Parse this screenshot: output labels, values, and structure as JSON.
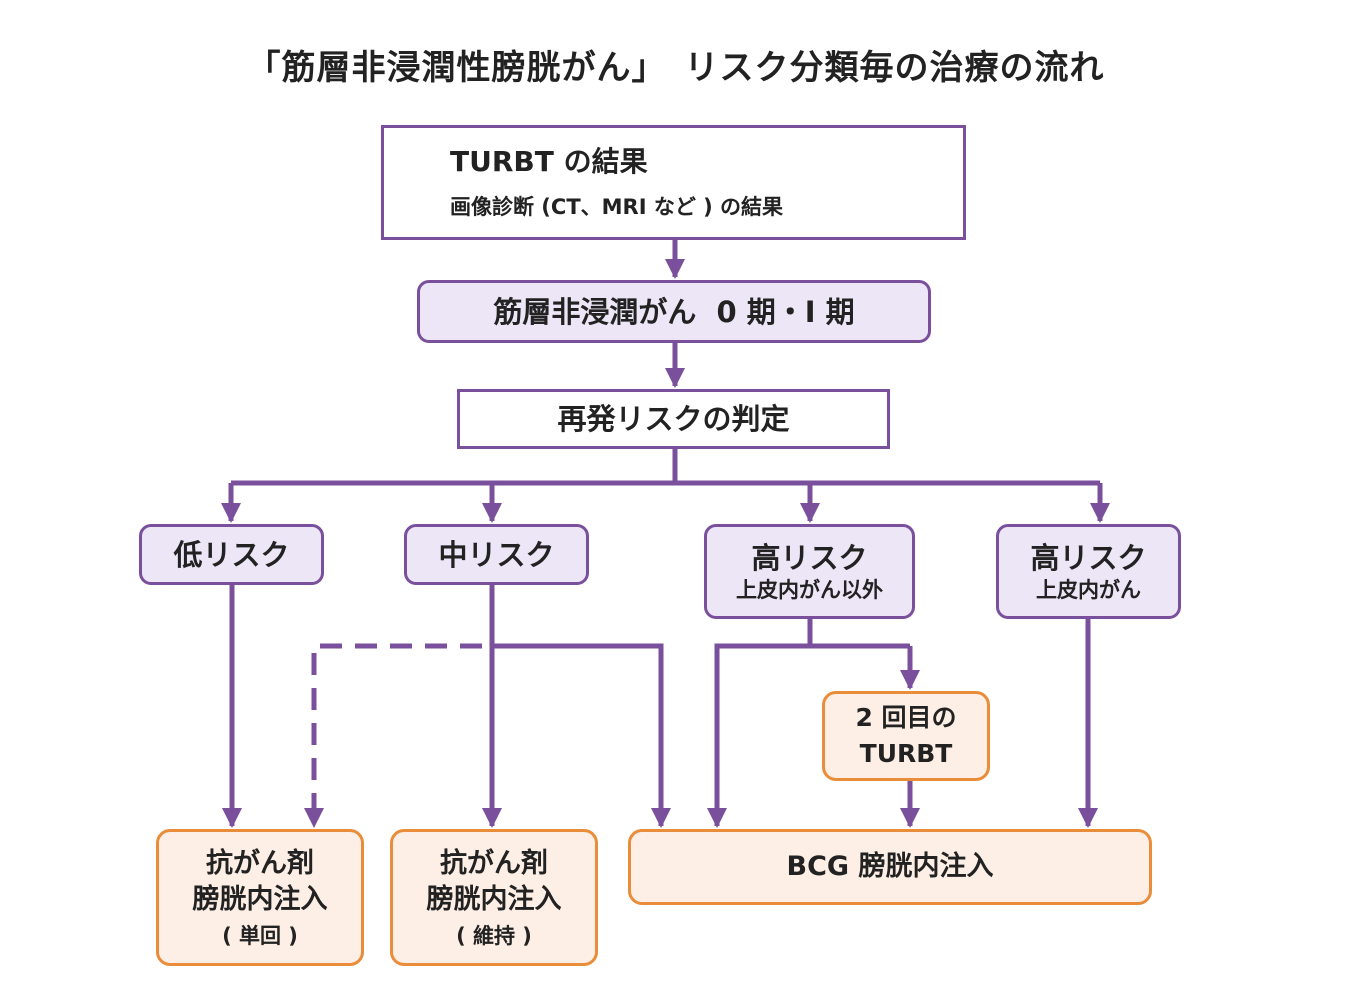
{
  "title": "「筋層非浸潤性膀胱がん」　リスク分類毎の治療の流れ",
  "colors": {
    "purple": "#7a509d",
    "lavender": "#ece6f7",
    "orange": "#ea8d3a",
    "peach": "#fdefe5"
  },
  "nodes": {
    "turbt_result": {
      "line1": "TURBT の結果",
      "line2": "画像診断 (CT、MRI など ) の結果"
    },
    "stage": {
      "label": "筋層非浸潤がん  0 期・I 期"
    },
    "recurrence": {
      "label": "再発リスクの判定"
    },
    "low_risk": {
      "label": "低リスク"
    },
    "mid_risk": {
      "label": "中リスク"
    },
    "high_risk_other": {
      "label": "高リスク",
      "sub": "上皮内がん以外"
    },
    "high_risk_cis": {
      "label": "高リスク",
      "sub": "上皮内がん"
    },
    "second_turbt": {
      "line1": "2 回目の",
      "line2": "TURBT"
    },
    "chemo_single": {
      "line1": "抗がん剤",
      "line2": "膀胱内注入",
      "sub": "( 単回 )"
    },
    "chemo_maint": {
      "line1": "抗がん剤",
      "line2": "膀胱内注入",
      "sub": "( 維持 )"
    },
    "bcg": {
      "label": "BCG 膀胱内注入"
    }
  }
}
